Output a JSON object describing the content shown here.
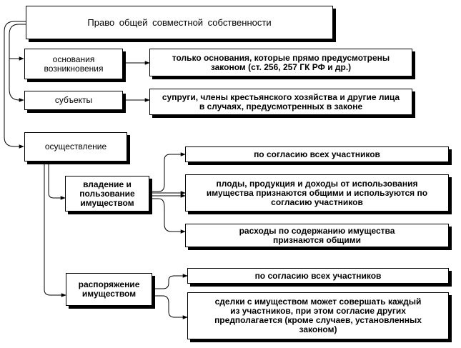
{
  "title": "Право общей совместной собственности",
  "nodes": {
    "grounds": "основания возникновения",
    "grounds_detail": "только основания, которые прямо предусмотрены законом (ст. 256, 257 ГК РФ и др.)",
    "subjects": "субъекты",
    "subjects_detail": "супруги, члены крестьянского хозяйства и другие лица в случаях, предусмотренных в законе",
    "exercise": "осуществление",
    "possession": "владение и пользование имуществом",
    "possession_consent": "по согласию всех участников",
    "fruits": "плоды, продукция и доходы от использования имущества признаются общими и используются по согласию участников",
    "expenses": "расходы по содержанию имущества признаются общими",
    "disposal": "распоряжение имуществом",
    "disposal_consent": "по согласию всех участников",
    "transactions": "сделки с имуществом может совершать каждый из участников, при этом согласие других предполагается (кроме случаев, установленных законом)"
  },
  "colors": {
    "line": "#000000",
    "box_fill": "#ffffff",
    "shadow": "#000000"
  }
}
